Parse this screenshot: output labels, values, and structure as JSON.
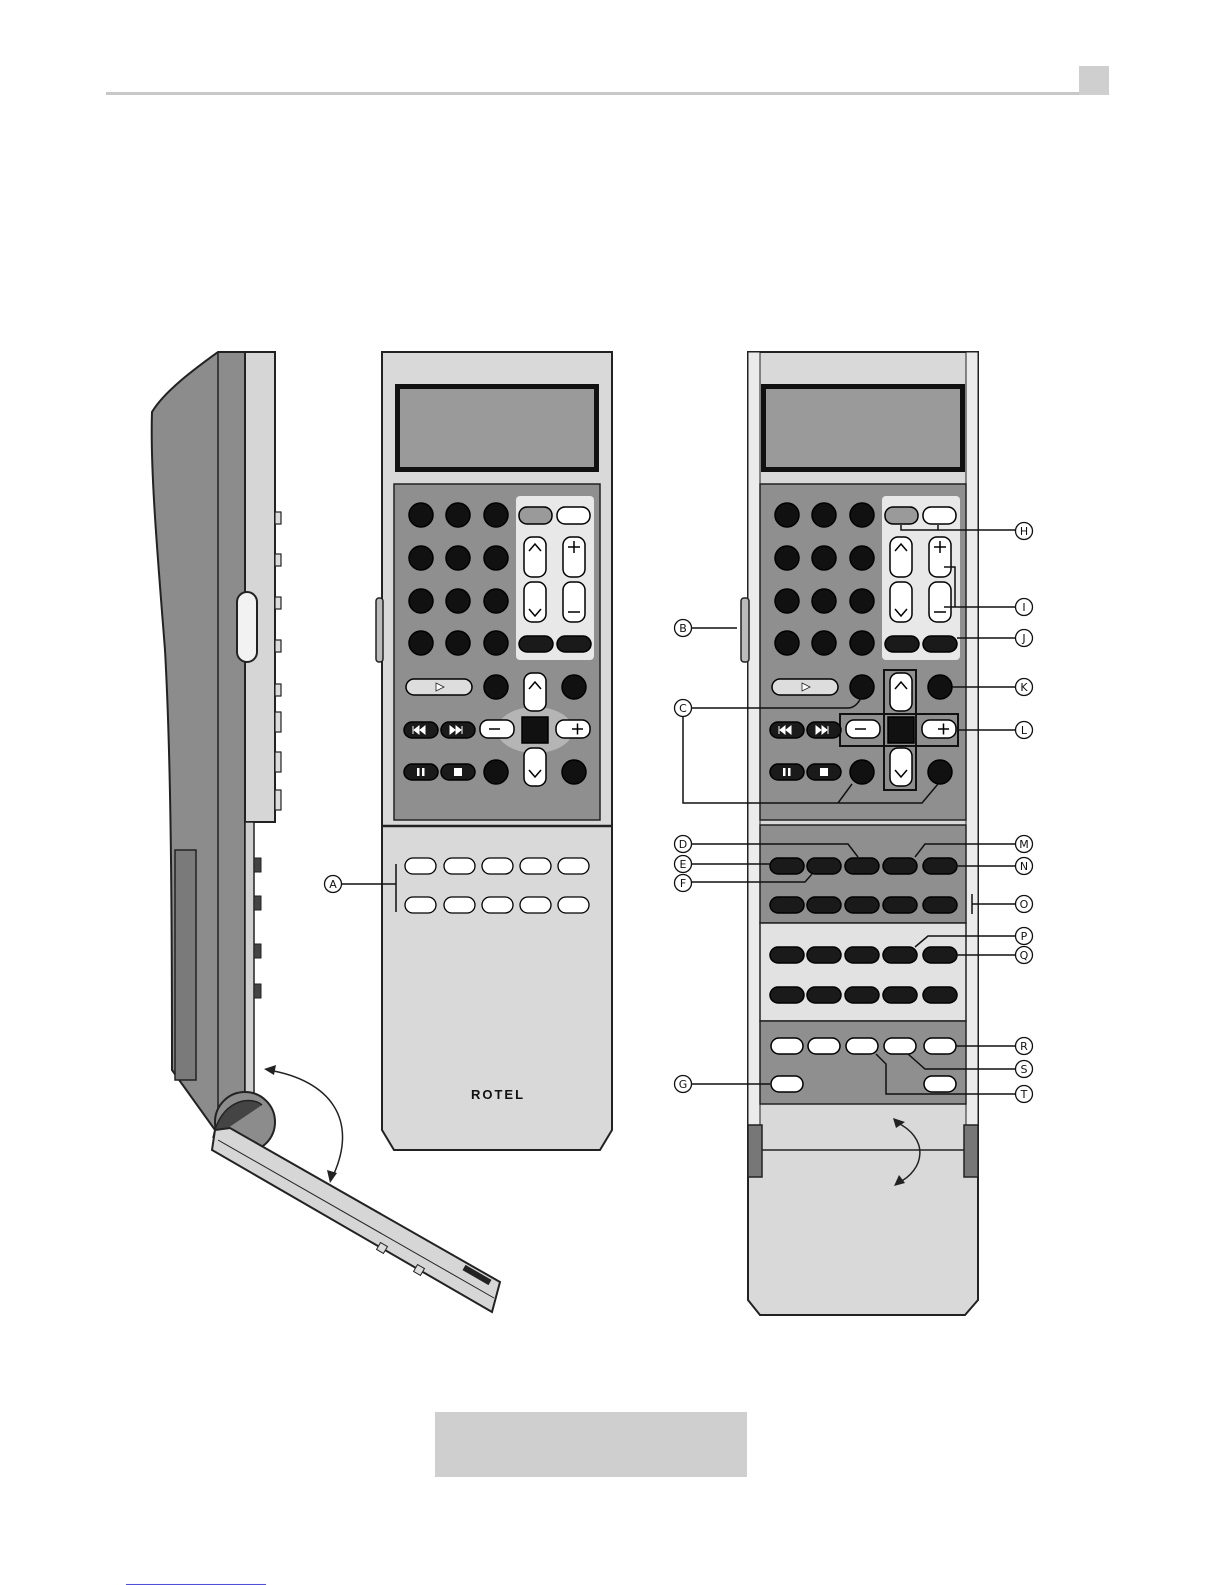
{
  "brand": {
    "logo_text": "ROTEL"
  },
  "callouts": {
    "A": "A",
    "B": "B",
    "C": "C",
    "D": "D",
    "E": "E",
    "F": "F",
    "G": "G",
    "H": "H",
    "I": "I",
    "J": "J",
    "K": "K",
    "L": "L",
    "M": "M",
    "N": "N",
    "O": "O",
    "P": "P",
    "Q": "Q",
    "R": "R",
    "S": "S",
    "T": "T"
  },
  "colors": {
    "body_light": "#d9d9d9",
    "panel_dark": "#8f8f8f",
    "screen": "#9a9a9a",
    "button_black": "#111111"
  }
}
